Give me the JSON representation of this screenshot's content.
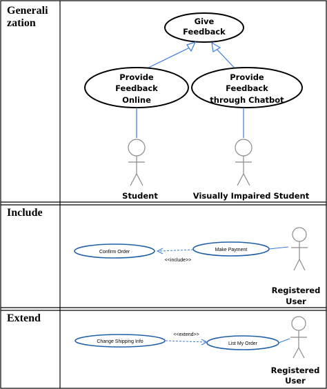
{
  "rows": [
    {
      "label_line1": "Generali",
      "label_line2": "zation",
      "parent_usecase": {
        "line1": "Give",
        "line2": "Feedback"
      },
      "child_usecase_a": {
        "line1": "Provide",
        "line2": "Feedback",
        "line3": "Online"
      },
      "child_usecase_b": {
        "line1": "Provide",
        "line2": "Feedback",
        "line3": "through Chatbot"
      },
      "actor_a": "Student",
      "actor_b": "Visually Impaired Student"
    },
    {
      "label": "Include",
      "base_usecase": "Make Payment",
      "included_usecase": "Confirm Order",
      "relation": "<<include>>",
      "actor_line1": "Registered",
      "actor_line2": "User"
    },
    {
      "label": "Extend",
      "base_usecase": "List My Order",
      "extending_usecase": "Change Shipping Info",
      "relation": "<<extend>>",
      "actor_line1": "Registered",
      "actor_line2": "User"
    }
  ],
  "colors": {
    "border": "#000000",
    "ellipse_blue": "#1f5fa8",
    "stroke_blue": "#3a7bd5",
    "actor_gray": "#8a8a8a"
  }
}
